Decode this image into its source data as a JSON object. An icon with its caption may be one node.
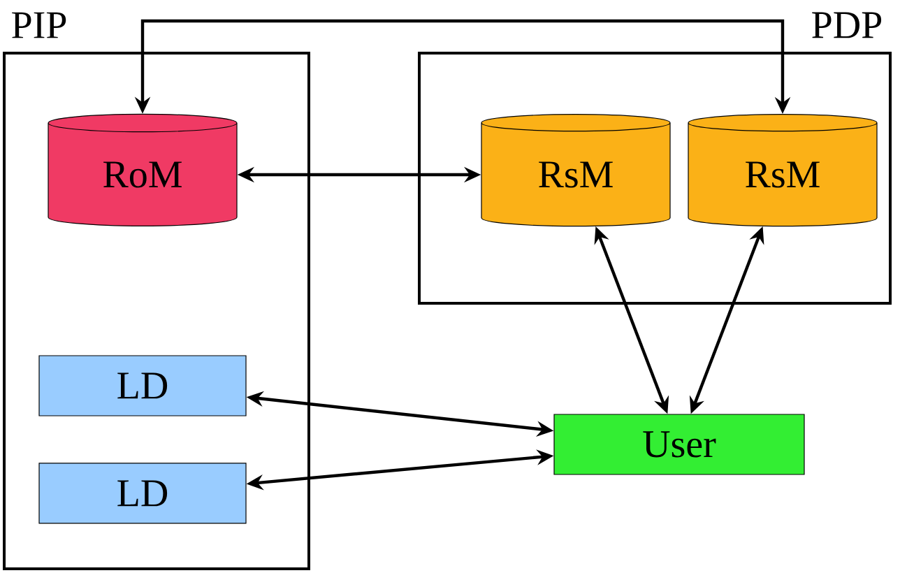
{
  "diagram": {
    "nodes": [
      {
        "text": [
          "PIP"
        ]
      },
      {
        "text": [
          "PDP"
        ]
      },
      {
        "text": [
          "RoM"
        ],
        "in": 0
      },
      {
        "text": [
          "RsM"
        ],
        "in": 1
      },
      {
        "text": [
          "RsM"
        ],
        "in": 1
      },
      {
        "text": [
          "LD"
        ],
        "in": 0
      },
      {
        "text": [
          "LD"
        ],
        "in": 0
      },
      {
        "text": [
          "User"
        ]
      }
    ],
    "edges": [
      {
        "from": 2,
        "to": 4,
        "arrow": "both"
      },
      {
        "from": 2,
        "to": 3,
        "arrow": "both"
      },
      {
        "from": 3,
        "to": 7,
        "arrow": "both"
      },
      {
        "from": 4,
        "to": 7,
        "arrow": "both"
      },
      {
        "from": 5,
        "to": 7,
        "arrow": "both"
      },
      {
        "from": 6,
        "to": 7,
        "arrow": "both"
      }
    ]
  }
}
